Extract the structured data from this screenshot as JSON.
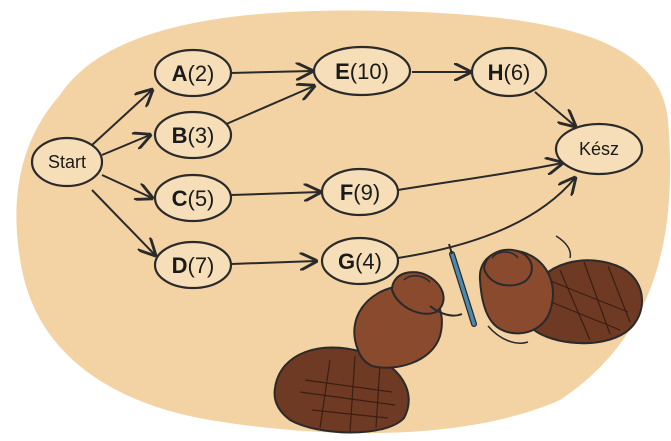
{
  "diagram": {
    "start_label": "Start",
    "end_label": "Kész",
    "nodes": [
      {
        "letter": "A",
        "duration": "(2)"
      },
      {
        "letter": "B",
        "duration": "(3)"
      },
      {
        "letter": "C",
        "duration": "(5)"
      },
      {
        "letter": "D",
        "duration": "(7)"
      },
      {
        "letter": "E",
        "duration": "(10)"
      },
      {
        "letter": "F",
        "duration": "(9)"
      },
      {
        "letter": "G",
        "duration": "(4)"
      },
      {
        "letter": "H",
        "duration": "(6)"
      }
    ],
    "edges": [
      [
        "Start",
        "A"
      ],
      [
        "Start",
        "B"
      ],
      [
        "Start",
        "C"
      ],
      [
        "Start",
        "D"
      ],
      [
        "A",
        "E"
      ],
      [
        "B",
        "E"
      ],
      [
        "E",
        "H"
      ],
      [
        "H",
        "Kész"
      ],
      [
        "C",
        "F"
      ],
      [
        "F",
        "Kész"
      ],
      [
        "D",
        "G"
      ],
      [
        "G",
        "Kész"
      ]
    ]
  },
  "colors": {
    "background_blob": "#f3d3a4",
    "node_fill": "#f6dfb8",
    "stroke": "#2a2a2a",
    "beaver_body": "#8a4a2e",
    "beaver_tail": "#6e3a24"
  },
  "icons": [
    "beaver-illustration-left",
    "beaver-illustration-right",
    "pencil-icon"
  ]
}
